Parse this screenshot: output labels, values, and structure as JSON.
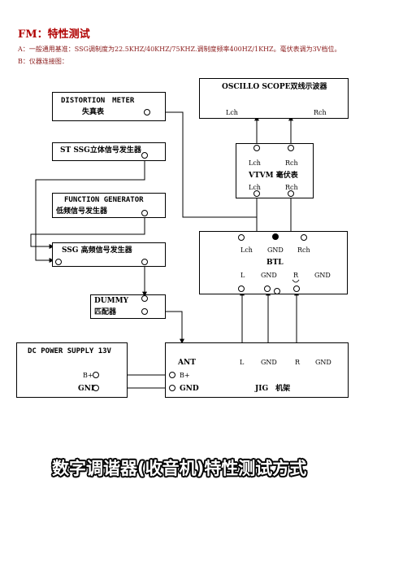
{
  "heading": "FM：特性测试",
  "line_a": "A：一般通用基准：SSG调制度为22.5KHZ/40KHZ/75KHZ.调制度频率400HZ/1KHZ。毫伏表调为3V档位。",
  "line_b": "B：仪器连接图：",
  "distortion_meter": {
    "title": "DISTORTION　METER",
    "subtitle": "失真表"
  },
  "oscilloscope": {
    "title": "OSCILLO SCOPE双线示波器",
    "lch": "Lch",
    "rch": "Rch"
  },
  "st_ssg": {
    "title": "ST SSG立体信号发生器"
  },
  "vtvm": {
    "lch_top": "Lch",
    "rch_top": "Rch",
    "title": "VTVM 毫伏表",
    "lch_bottom": "Lch",
    "rch_bottom": "Rch"
  },
  "function_generator": {
    "title": "FUNCTION GENERATOR",
    "subtitle": "低频信号发生器"
  },
  "btl": {
    "lch": "Lch",
    "gnd_top": "GND",
    "rch": "Rch",
    "title": "BTL",
    "l": "L",
    "gnd1": "GND",
    "r": "R",
    "gnd2": "GND"
  },
  "ssg_hf": {
    "title": "SSG 高频信号发生器"
  },
  "dummy": {
    "line1": "DUMMY",
    "line2": "匹配器"
  },
  "dc_power": {
    "title": "DC POWER SUPPLY 13V",
    "bplus": "B+",
    "gnd": "GND"
  },
  "jig": {
    "ant": "ANT",
    "bplus": "B+",
    "gnd_left": "GND",
    "l": "L",
    "gnd1": "GND",
    "r": "R",
    "gnd2": "GND",
    "title": "JIG　机架"
  },
  "banner": "数字调谐器(收音机)特性测试方式"
}
